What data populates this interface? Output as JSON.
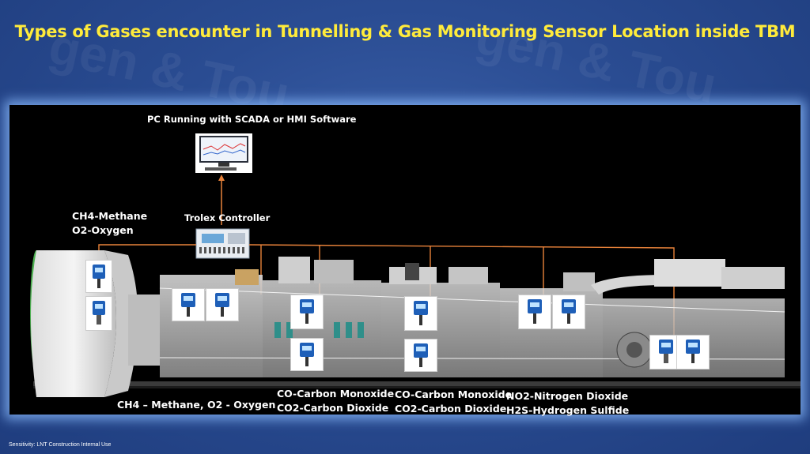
{
  "title": "Types of Gases encounter in Tunnelling & Gas Monitoring Sensor Location inside TBM",
  "watermark_text": "gen & Tou",
  "labels": {
    "pc": "PC Running with SCADA or HMI Software",
    "controller": "Trolex Controller",
    "head_gas_1": "CH4-Methane",
    "head_gas_2": "O2-Oxygen",
    "zone1": "CH4 – Methane, O2 - Oxygen",
    "zone2_line1": "CO-Carbon Monoxide",
    "zone2_line2": "CO2-Carbon Dioxide",
    "zone3_line1": "CO-Carbon Monoxide",
    "zone3_line2": "CO2-Carbon Dioxide",
    "zone4_line1": "NO2-Nitrogen Dioxide",
    "zone4_line2": "H2S-Hydrogen Sulfide"
  },
  "footer": "Sensitivity: LNT Construction Internal Use",
  "colors": {
    "title": "#ffeb3b",
    "wiring": "#e8823a",
    "sensor_body": "#1e5fb8"
  }
}
